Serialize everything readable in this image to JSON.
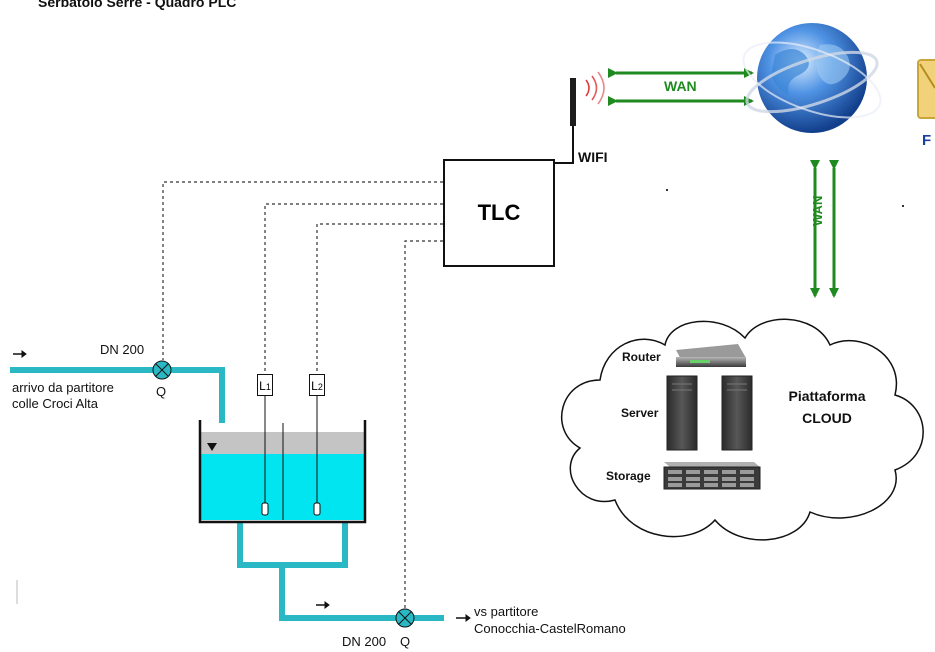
{
  "title": "Serbatoio Serre - Quadro PLC",
  "tlc": {
    "label": "TLC"
  },
  "wifi": {
    "label": "WIFI"
  },
  "wan": {
    "top_label": "WAN",
    "vertical_label": "WAN"
  },
  "inlet": {
    "dn_label": "DN 200",
    "flow_label": "Q",
    "text_line1": "arrivo da partitore",
    "text_line2": "colle Croci Alta"
  },
  "outlet": {
    "dn_label": "DN 200",
    "flow_label": "Q",
    "text_line1": "vs partitore",
    "text_line2": "Conocchia-CastelRomano"
  },
  "level_probes": [
    {
      "letter": "L",
      "index": "1"
    },
    {
      "letter": "L",
      "index": "2"
    }
  ],
  "cloud": {
    "title_line1": "Piattaforma",
    "title_line2": "CLOUD",
    "router_label": "Router",
    "server_label": "Server",
    "storage_label": "Storage"
  },
  "edge_label": "F",
  "colors": {
    "water": "#00e5f0",
    "pipe": "#2ab9c4",
    "network_arrow": "#1f8a1f",
    "tank_air": "#c4c4c4",
    "globe": "#2c6fcf"
  },
  "icons": [
    "globe-icon",
    "antenna-icon",
    "router-icon",
    "server-icon",
    "storage-icon",
    "flow-meter-icon",
    "cloud-icon",
    "mail-icon"
  ]
}
